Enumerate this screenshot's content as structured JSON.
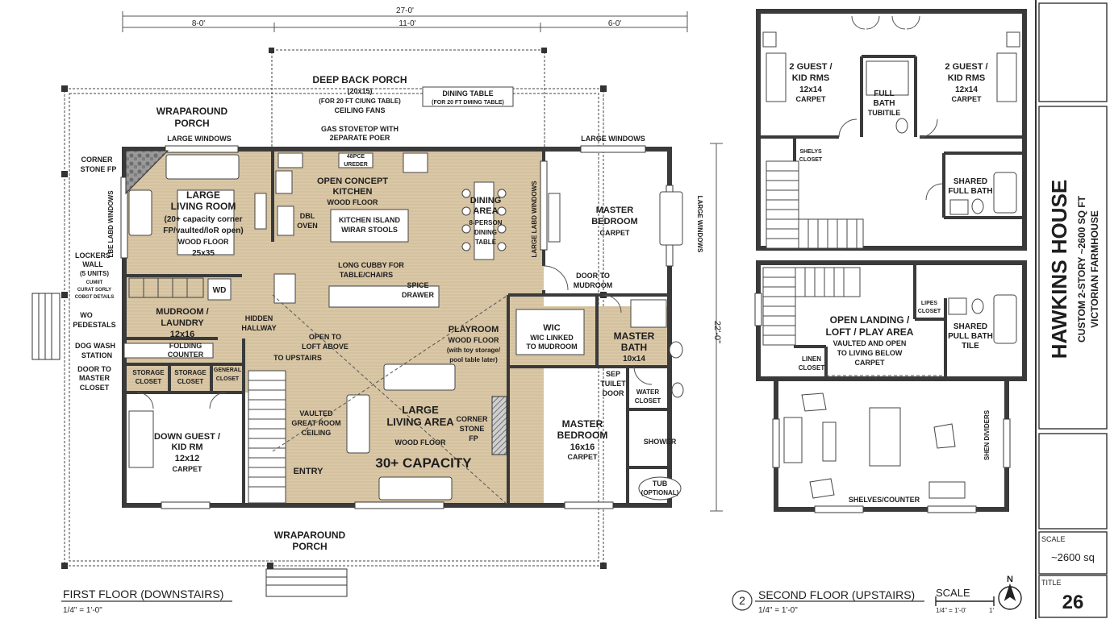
{
  "title_block": {
    "project": "HAWKINS HOUSE",
    "subtitle_line1": "CUSTOM 2-STORY ~2600 SQ FT",
    "subtitle_line2": "VICTORIAN FARMHOUSE",
    "scale_label": "SCALE",
    "scale_value": "~2600 sq",
    "sheet_label": "TITLE",
    "sheet_number": "26"
  },
  "first_floor": {
    "title": "FIRST FLOOR (DOWNSTAIRS)",
    "scale": "1/4\" = 1'-0\"",
    "dims": {
      "overall": "27-0'",
      "left": "8-0'",
      "middle": "11-0'",
      "right": "6-0'",
      "depth": "22'-0\""
    },
    "labels": [
      "WRAPAROUND",
      "PORCH",
      "DEEP BACK PORCH",
      "(20x15)",
      "(FOR 20 FT CIUNG TABLE)",
      "CEILING FANS",
      "DINING TABLE",
      "(FOR 20 FT DMING TABLE)",
      "GAS STOVETOP WITH",
      "2EPARATE POER",
      "LARGE WINDOWS",
      "LARGE WINDOWS",
      "CORNER",
      "STONE FP",
      "LARGE",
      "LIVING ROOM",
      "(20+ capacity corner",
      "FP/vaulted/loR open)",
      "WOOD FLOOR",
      "25x35",
      "LBE LABD WINDOWS",
      "48PCE",
      "UREDER",
      "OPEN CONCEPT",
      "KITCHEN",
      "WOOD FLOOR",
      "DBL",
      "OVEN",
      "KITCHEN ISLAND",
      "WIRAR STOOLS",
      "DINING",
      "AREA",
      "8-PERSON",
      "DINING",
      "TABLE",
      "LARGE LABD WINDOWS",
      "LONG CUBBY FOR",
      "TABLE/CHAIRS",
      "SPICE",
      "DRAWER",
      "MASTER",
      "BEDROOM",
      "CARPET",
      "LARGE WINDOWS",
      "DOOR TO",
      "MUDROOM",
      "LOCKERS",
      "WALL",
      "(5 UNITS)",
      "CUMIIT",
      "CURAT SORLY",
      "COBGT DETAILS",
      "WD",
      "MUDROOM /",
      "LAUNDRY",
      "12x16",
      "WO",
      "PEDESTALS",
      "HIDDEN",
      "HALLWAY",
      "OPEN TO",
      "LOFT ABOVE",
      "TO UPSTAIRS",
      "FOLDING",
      "COUNTER",
      "DOG WASH",
      "STATION",
      "DOOR TO",
      "MASTER",
      "CLOSET",
      "STORAGE",
      "CLOSET",
      "STORAGE",
      "CLOSET",
      "GENERAL",
      "CLOSET",
      "WIC",
      "WIC LINKED",
      "TO MUDROOM",
      "MASTER",
      "BATH",
      "10x14",
      "PLAYROOM",
      "WOOD FLOOR",
      "(with toy storage/",
      "pool table later)",
      "SEP",
      "TUILET",
      "DOOR",
      "WATER",
      "CLOSET",
      "DOWN GUEST /",
      "KID RM",
      "12x12",
      "CARPET",
      "VAULTED",
      "GREAT ROOM",
      "CEILING",
      "LARGE",
      "LIVING AREA",
      "WOOD FLOOR",
      "CORNER",
      "STONE",
      "FP",
      "30+ CAPACITY",
      "MASTER",
      "BEDROOM",
      "16x16",
      "CARPET",
      "SHOWER",
      "TUB",
      "(OPTIONAL)",
      "ENTRY",
      "WRAPAROUND",
      "PORCH"
    ]
  },
  "second_floor": {
    "number": "2",
    "title": "SECOND FLOOR (UPSTAIRS)",
    "scale": "1/4\" = 1'-0\"",
    "scale_label": "SCALE",
    "scale_bar": "1/4\" = 1'-0'",
    "scale_bar_tick": "1'",
    "north": "N",
    "labels": [
      "2 GUEST /",
      "KID RMS",
      "12x14",
      "CARPET",
      "FULL",
      "BATH",
      "TUBITILE",
      "2 GUEST /",
      "KID RMS",
      "12x14",
      "CARPET",
      "SHELYS",
      "CLOSET",
      "SHARED",
      "FULL BATH",
      "LIPES",
      "CLOSET",
      "OPEN LANDING /",
      "LOFT / PLAY AREA",
      "VAULTED AND OPEN",
      "TO LIVING BELOW",
      "CARPET",
      "SHARED",
      "PULL BATH",
      "TILE",
      "LINEN",
      "CLOSET",
      "SHEN DIVIDERS",
      "SHELVES/COUNTER"
    ]
  }
}
